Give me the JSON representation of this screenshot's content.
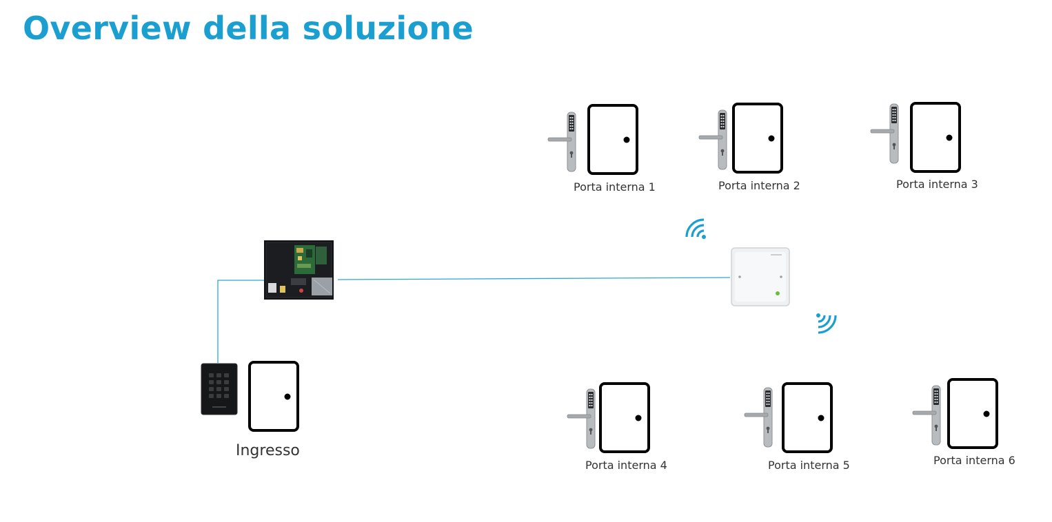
{
  "title": "Overview della soluzione",
  "colors": {
    "title": "#1a9fd0",
    "cable": "#2aa7d5",
    "wifi": "#1a9fd0"
  },
  "entrance": {
    "label": "Ingresso"
  },
  "doors": [
    {
      "label": "Porta interna 1"
    },
    {
      "label": "Porta interna 2"
    },
    {
      "label": "Porta interna 3"
    },
    {
      "label": "Porta interna 4"
    },
    {
      "label": "Porta interna 5"
    },
    {
      "label": "Porta interna 6"
    }
  ],
  "devices": {
    "controller": "access-control-panel",
    "hub": "wireless-hub",
    "reader": "keypad-reader"
  }
}
